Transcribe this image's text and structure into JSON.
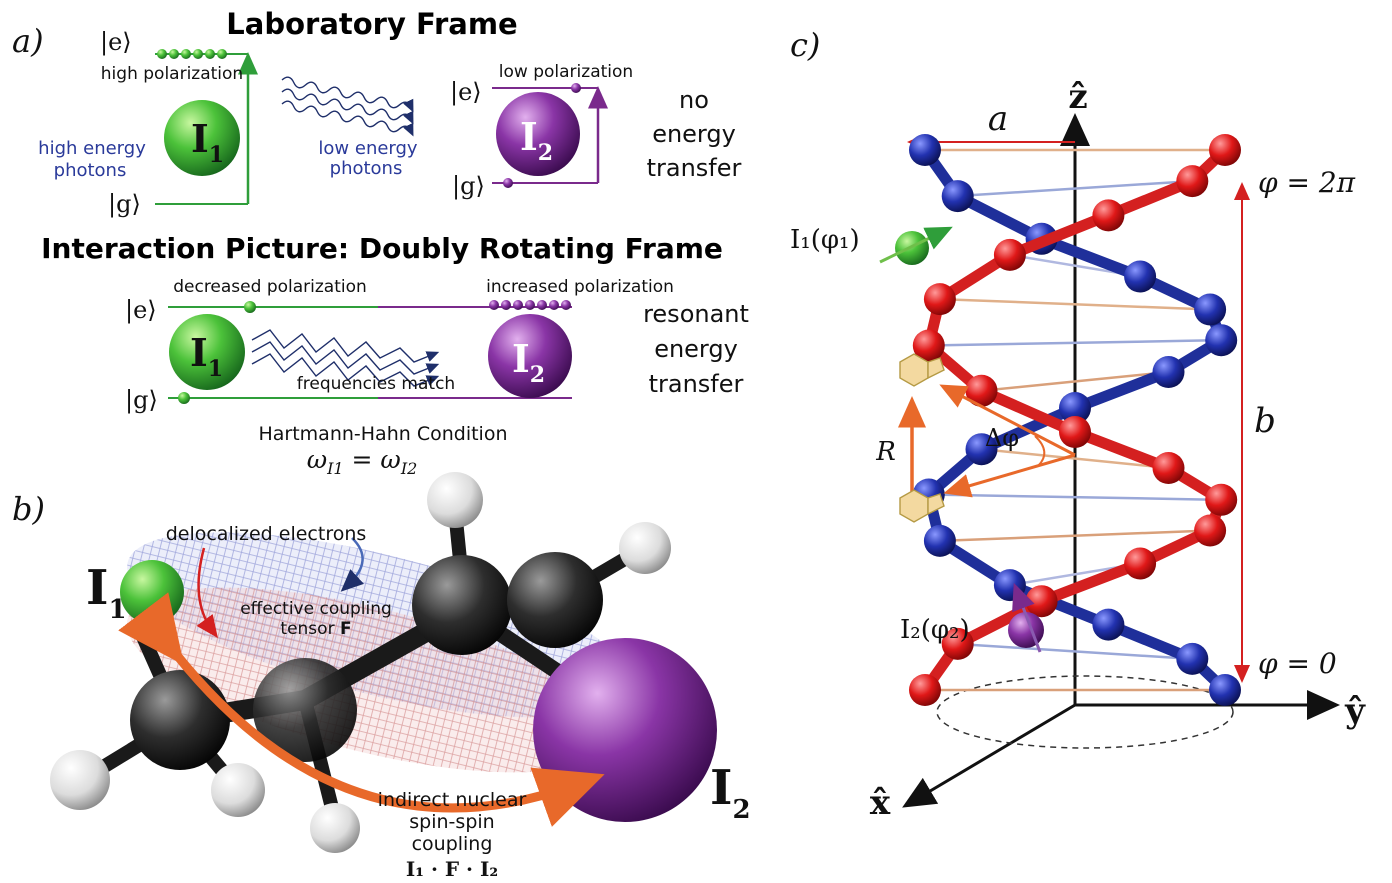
{
  "colors": {
    "green": "#2f9e3a",
    "green_light": "#7fdc55",
    "purple": "#7a2a8c",
    "purple_light": "#c07ad0",
    "blue_text": "#2a3a9a",
    "red": "#d42020",
    "blue_strand": "#1f2f9a",
    "orange": "#e8692a",
    "black": "#111111"
  },
  "panel_a": {
    "label": "a)",
    "title_lab": "Laboratory Frame",
    "ket_e": "|e⟩",
    "ket_g": "|g⟩",
    "high_polarization": "high polarization",
    "high_energy_photons_line1": "high energy",
    "high_energy_photons_line2": "photons",
    "low_energy_photons_line1": "low energy",
    "low_energy_photons_line2": "photons",
    "low_polarization": "low polarization",
    "no_transfer_line1": "no",
    "no_transfer_line2": "energy",
    "no_transfer_line3": "transfer",
    "i1": "I",
    "i1_sub": "1",
    "i2": "I",
    "i2_sub": "2",
    "title_int": "Interaction Picture: Doubly Rotating Frame",
    "decreased_polarization": "decreased polarization",
    "increased_polarization": "increased polarization",
    "frequencies_match": "frequencies match",
    "resonant_line1": "resonant",
    "resonant_line2": "energy",
    "resonant_line3": "transfer",
    "hh_condition": "Hartmann-Hahn Condition",
    "hh_equation": "ω_I1 = ω_I2"
  },
  "panel_b": {
    "label": "b)",
    "i1": "I",
    "i1_sub": "1",
    "i2": "I",
    "i2_sub": "2",
    "delocalized": "delocalized electrons",
    "effective_line1": "effective coupling",
    "effective_line2": "tensor",
    "effective_bold": "F",
    "indirect_line1": "indirect nuclear",
    "indirect_line2": "spin-spin",
    "indirect_line3": "coupling",
    "coupling_formula": "I₁ · F · I₂"
  },
  "panel_c": {
    "label": "c)",
    "z_axis": "ẑ",
    "y_axis": "ŷ",
    "x_axis": "x̂",
    "a": "a",
    "b": "b",
    "R": "R",
    "delta_phi": "Δφ",
    "phi_top": "φ = 2π",
    "phi_bottom": "φ = 0",
    "i1_label": "I₁(φ₁)",
    "i2_label": "I₂(φ₂)"
  }
}
